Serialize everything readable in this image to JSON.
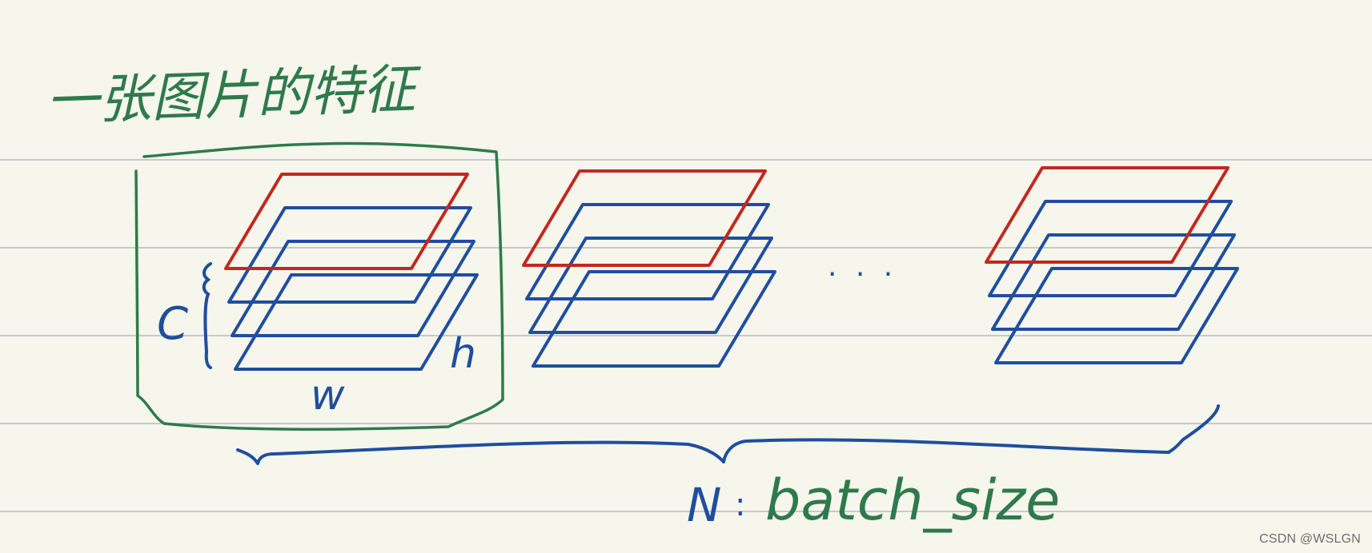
{
  "title": "一张图片的特征",
  "labels": {
    "channels": "C",
    "width": "w",
    "height": "h",
    "ellipsis": ". . .",
    "batch_n": "N",
    "batch_sep": ":",
    "batch_size": "batch_size"
  },
  "watermark": "CSDN @WSLGN",
  "colors": {
    "background": "#f6f6ec",
    "ruled_line": "#c9c9c9",
    "red_plane": "#c3281e",
    "blue_plane": "#1f4e9f",
    "green_ink": "#2f7a4d",
    "blue_ink": "#1f4e9f"
  },
  "diagram": {
    "samples_drawn": 3,
    "planes_per_sample": 4
  }
}
